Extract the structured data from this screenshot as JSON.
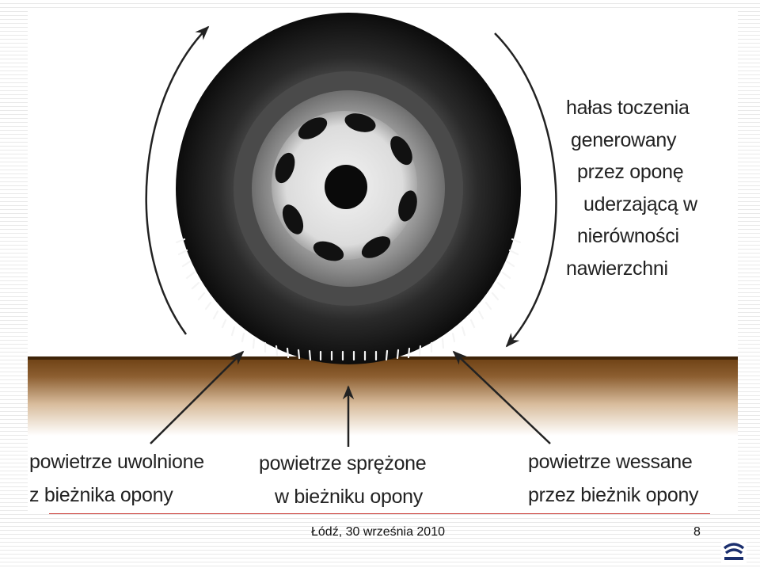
{
  "diagram": {
    "label_right_lines": [
      "hałas toczenia",
      "generowany",
      "przez oponę",
      "uderzającą w",
      "nierówności",
      "nawierzchni"
    ],
    "label_left_lines": [
      "powietrze uwolnione",
      "z bieżnika opony"
    ],
    "label_center_lines": [
      "powietrze sprężone",
      "w bieżniku opony"
    ],
    "label_rightbottom_lines": [
      "powietrze wessane",
      "przez bieżnik opony"
    ]
  },
  "footer": {
    "date": "Łódź, 30 września 2010",
    "page_number": "8"
  },
  "icons": {
    "logo": "university-logo-icon"
  }
}
